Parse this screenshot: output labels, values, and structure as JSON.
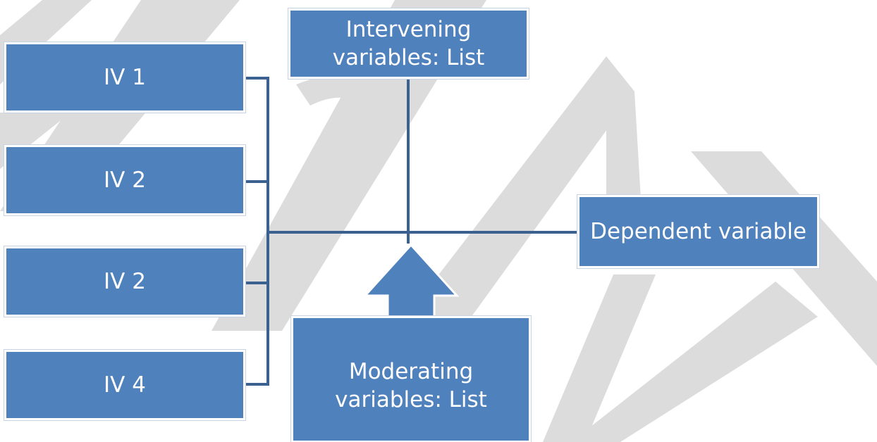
{
  "diagram": {
    "independent_variables": [
      "IV 1",
      "IV 2",
      "IV 2",
      "IV 4"
    ],
    "intervening": "Intervening variables: List",
    "dependent": "Dependent variable",
    "moderating": "Moderating variables: List"
  },
  "colors": {
    "box_fill": "#4f81bd",
    "connector": "#3a6190",
    "watermark": "#dcdcdc",
    "text": "#ffffff"
  }
}
